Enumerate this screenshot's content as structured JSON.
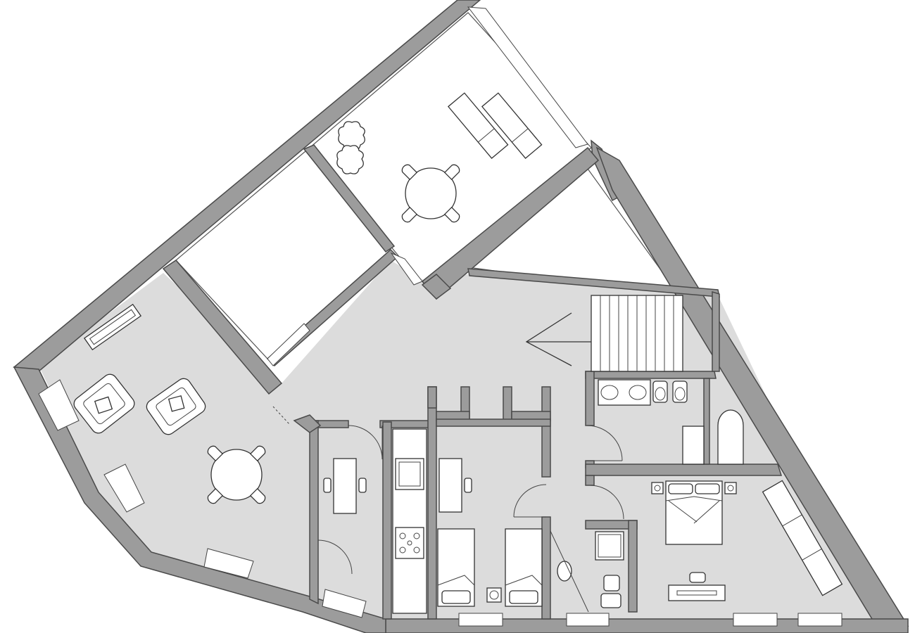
{
  "plan": {
    "colors": {
      "wall": "#9c9c9c",
      "interior_floor": "#dcdcdc",
      "exterior": "#ffffff",
      "linework": "#333333"
    },
    "rooms": [
      "living-dining-room",
      "central-hall",
      "study-room",
      "kitchen",
      "twin-bedroom",
      "main-bathroom",
      "ensuite-bathroom",
      "master-bedroom",
      "staircase",
      "terrace",
      "courtyard",
      "triangular-patio"
    ],
    "furniture": {
      "beds_single": 2,
      "beds_double": 1,
      "armchairs": 2,
      "round_tables": 2,
      "chairs_around_living_table": 4,
      "chairs_around_terrace_table": 4,
      "sun_loungers": 2,
      "stairs_treads": 10,
      "desks": 3
    }
  }
}
